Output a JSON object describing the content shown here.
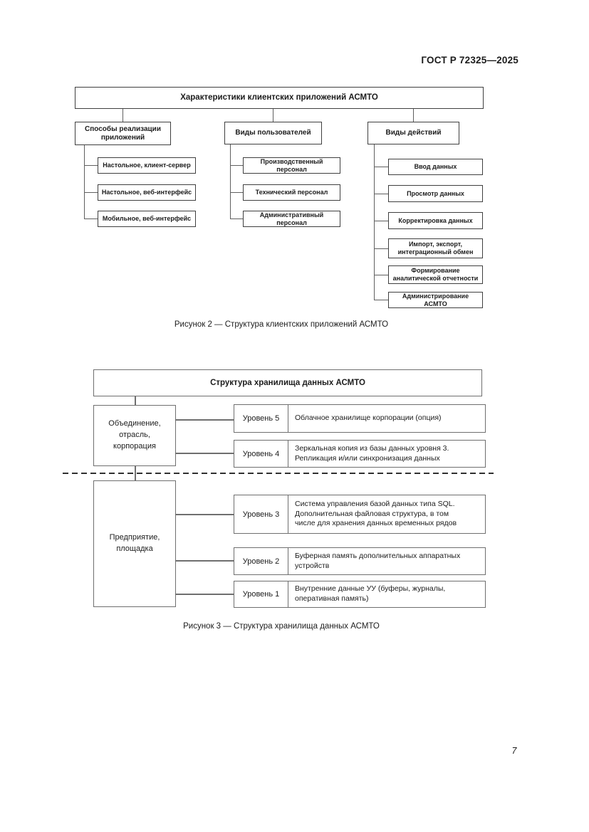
{
  "header": {
    "title": "ГОСТ Р 72325—2025"
  },
  "figure2": {
    "root": "Характеристики клиентских приложений АСМТО",
    "branches": [
      {
        "title": "Способы реализации приложений",
        "items": [
          "Настольное, клиент-сервер",
          "Настольное, веб-интерфейс",
          "Мобильное, веб-интерфейс"
        ]
      },
      {
        "title": "Виды пользователей",
        "items": [
          "Производственный персонал",
          "Технический персонал",
          "Административный персонал"
        ]
      },
      {
        "title": "Виды действий",
        "items": [
          "Ввод данных",
          "Просмотр данных",
          "Корректировка данных",
          "Импорт, экспорт, интеграционный обмен",
          "Формирование аналитической отчетности",
          "Администрирование АСМТО"
        ]
      }
    ],
    "caption": "Рисунок 2 — Структура клиентских приложений АСМТО"
  },
  "figure3": {
    "title": "Структура хранилища данных АСМТО",
    "scopes": {
      "upper": "Объединение, отрасль, корпорация",
      "lower": "Предприятие, площадка"
    },
    "levels": [
      {
        "label": "Уровень 5",
        "description": "Облачное хранилище корпорации (опция)"
      },
      {
        "label": "Уровень 4",
        "description": "Зеркальная копия из базы данных уровня 3. Репликация и/или синхронизация данных"
      },
      {
        "label": "Уровень 3",
        "description": "Система управления базой данных типа SQL. Дополнительная файловая структура, в том числе для хранения данных временных рядов"
      },
      {
        "label": "Уровень 2",
        "description": "Буферная память дополнительных аппаратных устройств"
      },
      {
        "label": "Уровень 1",
        "description": "Внутренние данные УУ (буферы, журналы, оперативная память)"
      }
    ],
    "caption": "Рисунок 3 — Структура хранилища данных АСМТО"
  },
  "footer": {
    "page_number": "7"
  }
}
